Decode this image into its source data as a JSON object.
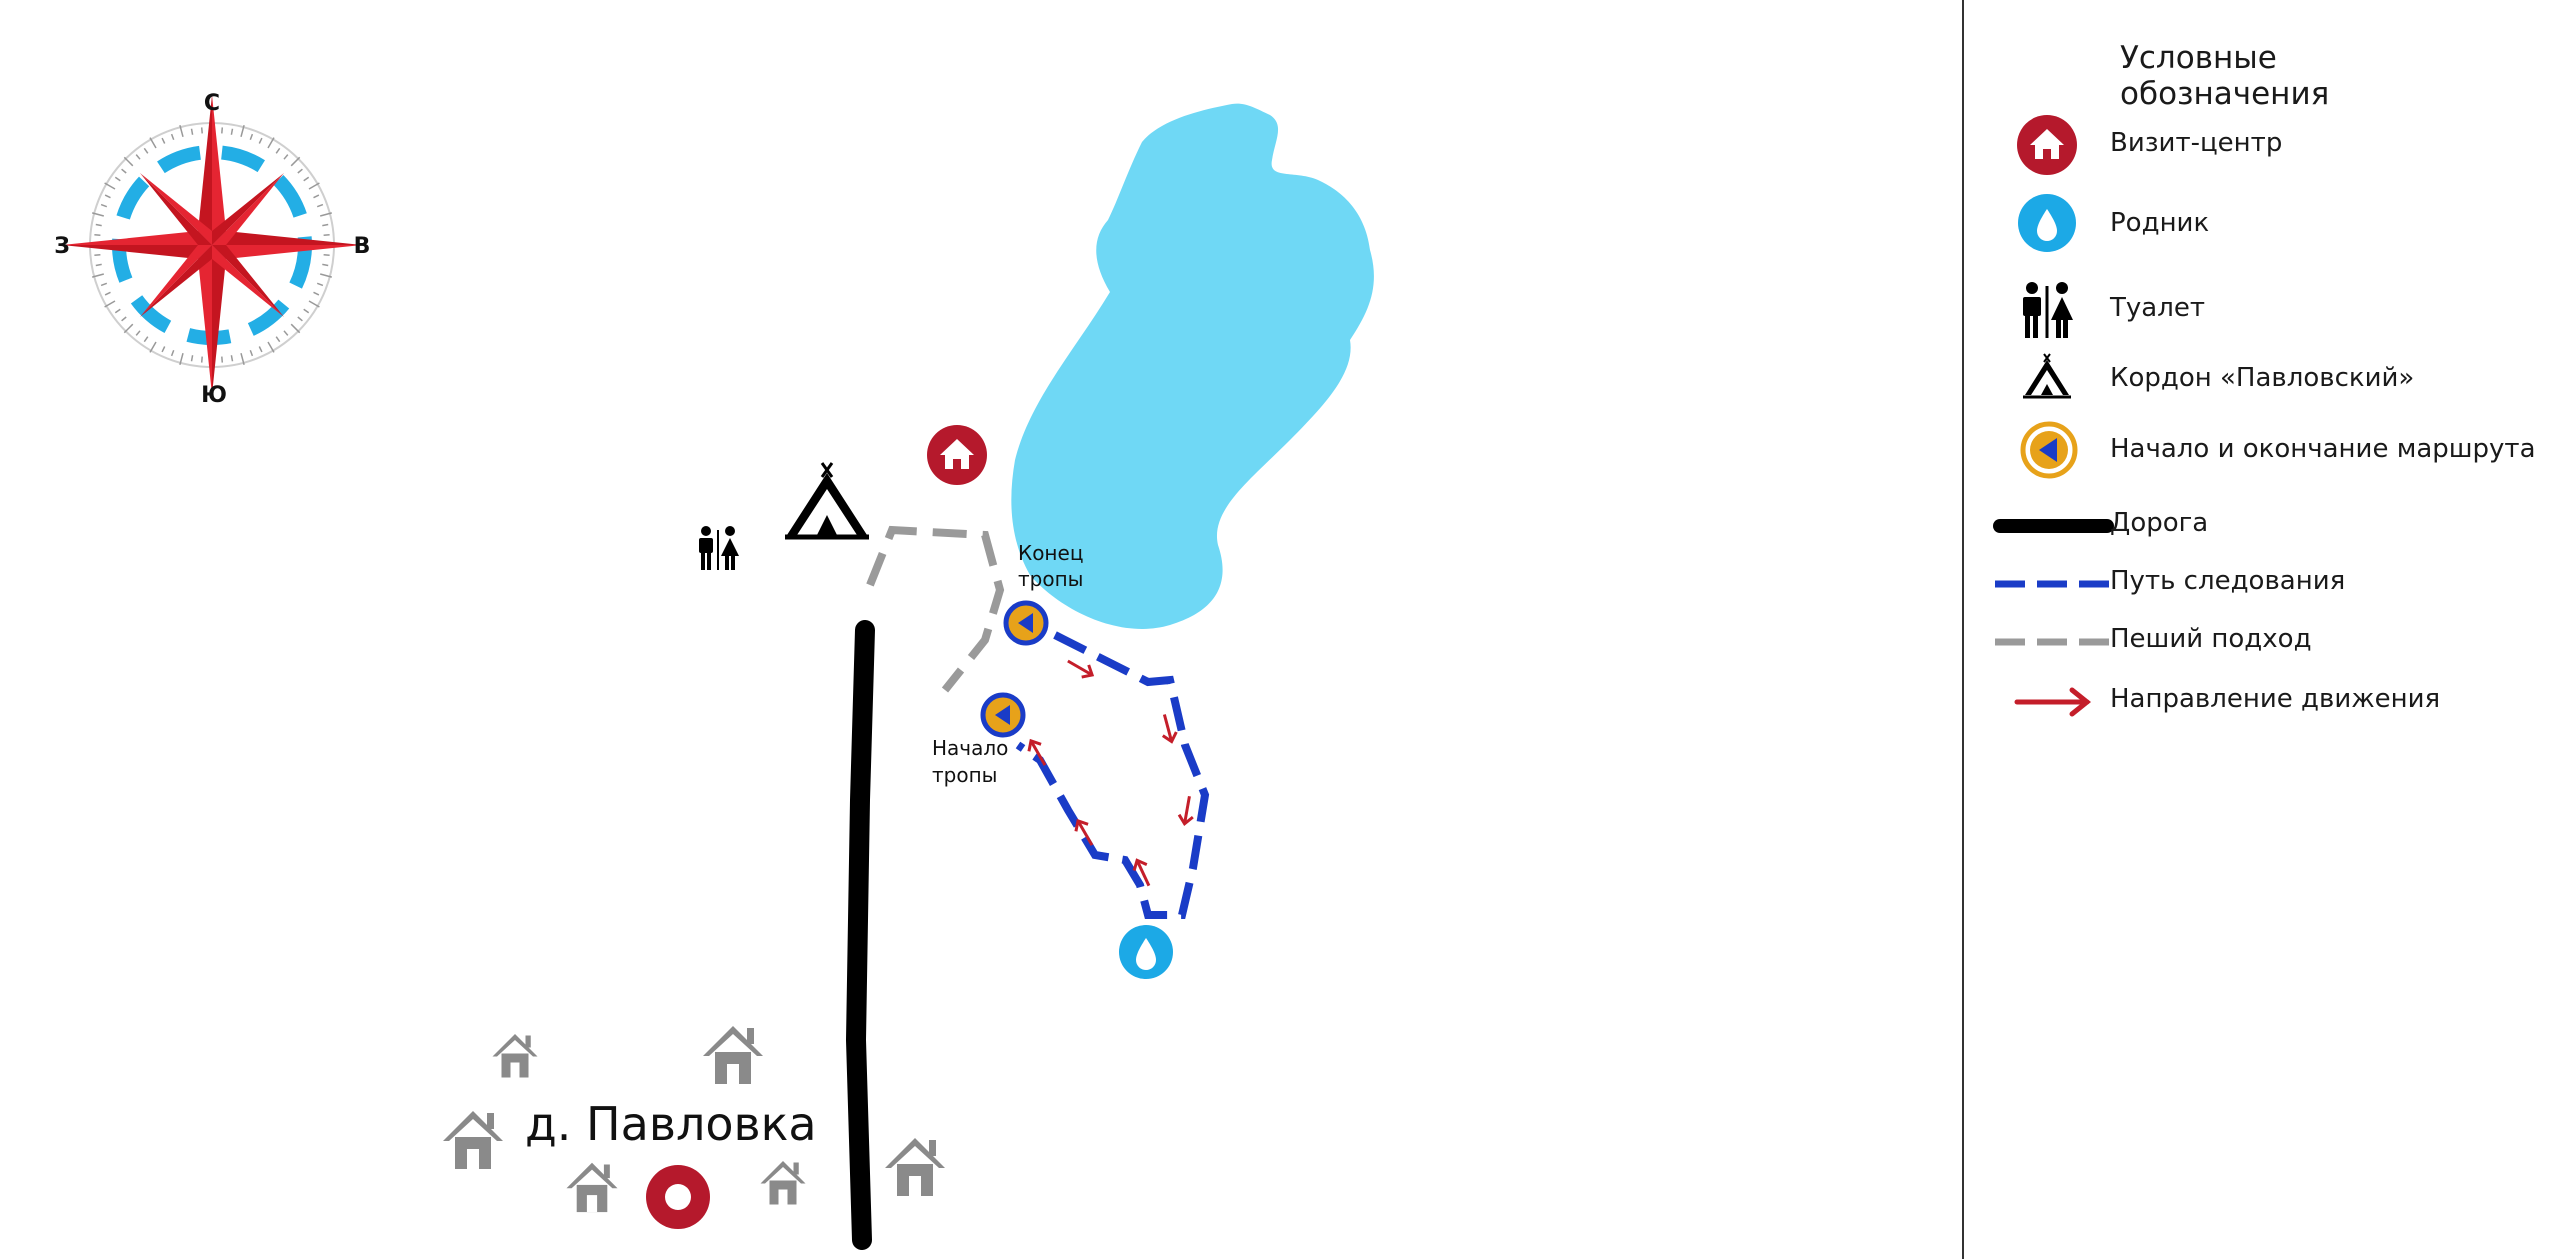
{
  "compass": {
    "north": "С",
    "south": "Ю",
    "west": "З",
    "east": "В"
  },
  "map_labels": {
    "trail_end_line1": "Конец",
    "trail_end_line2": "тропы",
    "trail_start_line1": "Начало",
    "trail_start_line2": "тропы",
    "village": "д. Павловка"
  },
  "legend": {
    "title": "Условные обозначения",
    "items": [
      {
        "icon": "house-icon",
        "label": "Визит-центр"
      },
      {
        "icon": "water-drop-icon",
        "label": "Родник"
      },
      {
        "icon": "toilet-icon",
        "label": "Туалет"
      },
      {
        "icon": "tent-icon",
        "label": "Кордон «Павловский»"
      },
      {
        "icon": "start-marker-icon",
        "label": "Начало и окончание маршрута"
      },
      {
        "icon": "road-line",
        "label": "Дорога"
      },
      {
        "icon": "route-dashed-line",
        "label": "Путь следования"
      },
      {
        "icon": "walking-approach-dashed-line",
        "label": "Пеший подход"
      },
      {
        "icon": "direction-arrow-icon",
        "label": "Направление движения"
      }
    ]
  },
  "colors": {
    "lake": "#6fd8f5",
    "visit_center": "#b5192c",
    "spring": "#1ca9e6",
    "route": "#1a3cc7",
    "walking_approach": "#9a9a9a",
    "road": "#000000",
    "direction_arrow": "#c41e2a",
    "start_marker": "#e7a21a",
    "compass_red": "#e52532",
    "compass_ring": "#23aee5"
  }
}
